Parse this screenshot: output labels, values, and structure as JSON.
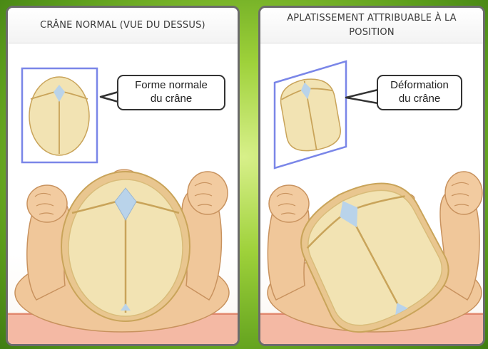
{
  "panels": [
    {
      "title": "CRÂNE NORMAL (VUE DU DESSUS)",
      "callout": {
        "line1": "Forme normale",
        "line2": "du crâne"
      }
    },
    {
      "title": "APLATISSEMENT ATTRIBUABLE À LA POSITION",
      "callout": {
        "line1": "Déformation",
        "line2": "du crâne"
      }
    }
  ],
  "colors": {
    "background": "#8cc63f",
    "panel_border": "#6b6b6b",
    "highlight_box": "#7a86e8",
    "skull_fill": "#f2e3b3",
    "skull_outline": "#c9a45a",
    "fontanelle": "#b9d3ea",
    "skin": "#f0c79a",
    "mattress": "#f4b9a4"
  }
}
